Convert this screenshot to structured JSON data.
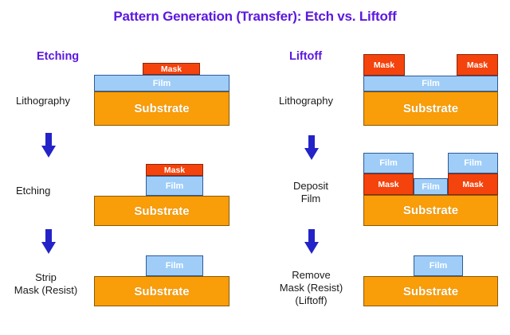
{
  "page": {
    "title": "Pattern Generation (Transfer): Etch vs. Liftoff",
    "background": "#ffffff"
  },
  "colors": {
    "title": "#5c18e0",
    "heading": "#5c18e0",
    "substrate": "#f99d09",
    "film": "#9fcdf8",
    "mask": "#f4430c",
    "arrow": "#2323c8",
    "label": "#1a1a1a"
  },
  "layer_labels": {
    "substrate": "Substrate",
    "film": "Film",
    "mask": "Mask"
  },
  "columns": [
    {
      "id": "etch",
      "heading": "Etching",
      "steps": [
        {
          "id": "etch-lithography",
          "label": "Lithography",
          "layers": [
            {
              "type": "mask",
              "label": "Mask"
            },
            {
              "type": "film",
              "label": "Film"
            },
            {
              "type": "substrate",
              "label": "Substrate"
            }
          ]
        },
        {
          "id": "etch-etching",
          "label": "Etching",
          "layers": [
            {
              "type": "mask",
              "label": "Mask"
            },
            {
              "type": "film",
              "label": "Film"
            },
            {
              "type": "substrate",
              "label": "Substrate"
            }
          ]
        },
        {
          "id": "etch-strip",
          "label": "Strip\nMask (Resist)",
          "label_lines": [
            "Strip",
            "Mask (Resist)"
          ],
          "layers": [
            {
              "type": "film",
              "label": "Film"
            },
            {
              "type": "substrate",
              "label": "Substrate"
            }
          ]
        }
      ]
    },
    {
      "id": "liftoff",
      "heading": "Liftoff",
      "steps": [
        {
          "id": "liftoff-lithography",
          "label": "Lithography",
          "layers": [
            {
              "type": "mask",
              "label": "Mask"
            },
            {
              "type": "mask",
              "label": "Mask"
            },
            {
              "type": "film",
              "label": "Film"
            },
            {
              "type": "substrate",
              "label": "Substrate"
            }
          ]
        },
        {
          "id": "liftoff-deposit",
          "label_lines": [
            "Deposit",
            "Film"
          ],
          "layers": [
            {
              "type": "film",
              "label": "Film"
            },
            {
              "type": "film",
              "label": "Film"
            },
            {
              "type": "mask",
              "label": "Mask"
            },
            {
              "type": "mask",
              "label": "Mask"
            },
            {
              "type": "film",
              "label": "Film"
            },
            {
              "type": "substrate",
              "label": "Substrate"
            }
          ]
        },
        {
          "id": "liftoff-remove",
          "label_lines": [
            "Remove",
            "Mask (Resist)",
            "(Liftoff)"
          ],
          "layers": [
            {
              "type": "film",
              "label": "Film"
            },
            {
              "type": "substrate",
              "label": "Substrate"
            }
          ]
        }
      ]
    }
  ],
  "labels": {
    "etch_heading": "Etching",
    "liftoff_heading": "Liftoff",
    "etch_step1": "Lithography",
    "etch_step2": "Etching",
    "etch_step3_l1": "Strip",
    "etch_step3_l2": "Mask (Resist)",
    "liftoff_step1": "Lithography",
    "liftoff_step2_l1": "Deposit",
    "liftoff_step2_l2": "Film",
    "liftoff_step3_l1": "Remove",
    "liftoff_step3_l2": "Mask (Resist)",
    "liftoff_step3_l3": "(Liftoff)"
  },
  "arrows": {
    "direction": "down",
    "count": 4
  }
}
